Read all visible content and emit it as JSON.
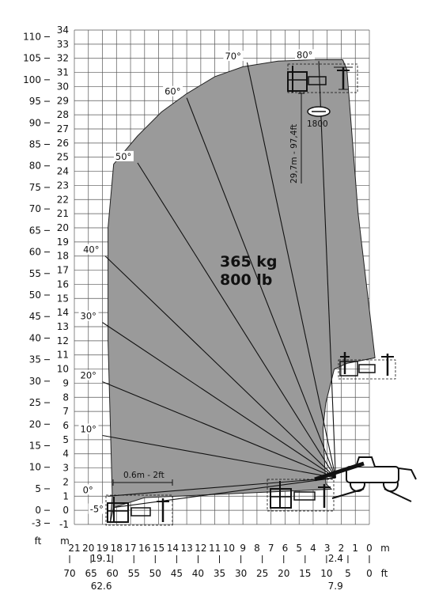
{
  "chart_data": {
    "type": "load_chart",
    "load": {
      "kg": "365 kg",
      "lb": "800 lb"
    },
    "y_axis": {
      "unit_m": "m",
      "unit_ft": "ft",
      "m_ticks": [
        "-1",
        "0",
        "1",
        "2",
        "3",
        "4",
        "5",
        "6",
        "7",
        "8",
        "9",
        "10",
        "11",
        "12",
        "13",
        "14",
        "15",
        "16",
        "17",
        "18",
        "19",
        "20",
        "21",
        "22",
        "23",
        "24",
        "25",
        "26",
        "27",
        "28",
        "29",
        "30",
        "31",
        "32",
        "33",
        "34"
      ],
      "ft_ticks": [
        "-3",
        "0",
        "5",
        "10",
        "15",
        "20",
        "25",
        "30",
        "35",
        "40",
        "45",
        "50",
        "55",
        "60",
        "65",
        "70",
        "75",
        "80",
        "85",
        "90",
        "95",
        "100",
        "105",
        "110"
      ],
      "ylim_m": [
        -1,
        34
      ]
    },
    "x_axis": {
      "unit_m": "m",
      "unit_ft": "ft",
      "m_ticks": [
        "21",
        "20",
        "19",
        "18",
        "17",
        "16",
        "15",
        "14",
        "13",
        "12",
        "11",
        "10",
        "9",
        "8",
        "7",
        "6",
        "5",
        "4",
        "3",
        "2",
        "1",
        "0"
      ],
      "ft_ticks": [
        "70",
        "65",
        "60",
        "55",
        "50",
        "45",
        "40",
        "35",
        "30",
        "25",
        "20",
        "15",
        "10",
        "5",
        "0"
      ],
      "special_m": [
        "19.1",
        "2.4"
      ],
      "special_ft": [
        "62.6",
        "7.9"
      ],
      "xlim_m": [
        21,
        0
      ]
    },
    "angles": [
      "-5°",
      "0°",
      "10°",
      "20°",
      "30°",
      "40°",
      "50°",
      "60°",
      "70°",
      "80°"
    ],
    "angle_lines": [
      {
        "label": "-5°",
        "end": [
          18.2,
          0.2
        ]
      },
      {
        "label": "0°",
        "end": [
          18.6,
          1.0
        ]
      },
      {
        "label": "10°",
        "end": [
          19.0,
          5.3
        ]
      },
      {
        "label": "20°",
        "end": [
          19.0,
          9.1
        ]
      },
      {
        "label": "30°",
        "end": [
          19.0,
          13.3
        ]
      },
      {
        "label": "40°",
        "end": [
          18.8,
          18.0
        ]
      },
      {
        "label": "50°",
        "end": [
          16.5,
          24.6
        ]
      },
      {
        "label": "60°",
        "end": [
          13.0,
          29.2
        ]
      },
      {
        "label": "70°",
        "end": [
          8.7,
          31.7
        ]
      },
      {
        "label": "80°",
        "end": [
          3.6,
          31.8
        ]
      }
    ],
    "annotations": {
      "width": "0.6m - 2ft",
      "height": "29,7m - 97,4ft",
      "rotation": "1800"
    }
  }
}
